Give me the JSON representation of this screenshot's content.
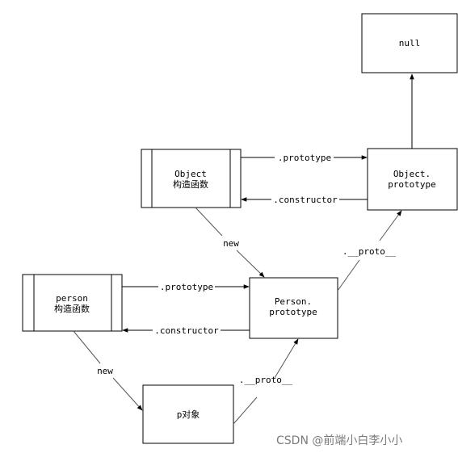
{
  "nodes": {
    "null_box": {
      "lines": [
        "null"
      ]
    },
    "object_prototype": {
      "lines": [
        "Object.",
        "prototype"
      ]
    },
    "object_constructor": {
      "lines": [
        "Object",
        "构造函数"
      ]
    },
    "person_prototype": {
      "lines": [
        "Person.",
        "prototype"
      ]
    },
    "person_constructor": {
      "lines": [
        "person",
        "构造函数"
      ]
    },
    "p_object": {
      "lines": [
        "p对象"
      ]
    }
  },
  "edges": {
    "object_prototype_label": ".prototype",
    "object_constructor_label": ".constructor",
    "object_new_label": "new",
    "person_proto_to_object_proto_label": ".__proto__",
    "person_prototype_label": ".prototype",
    "person_constructor_label": ".constructor",
    "person_new_label": "new",
    "p_proto_label": ".__proto__"
  },
  "watermark": "CSDN @前端小白李小小"
}
